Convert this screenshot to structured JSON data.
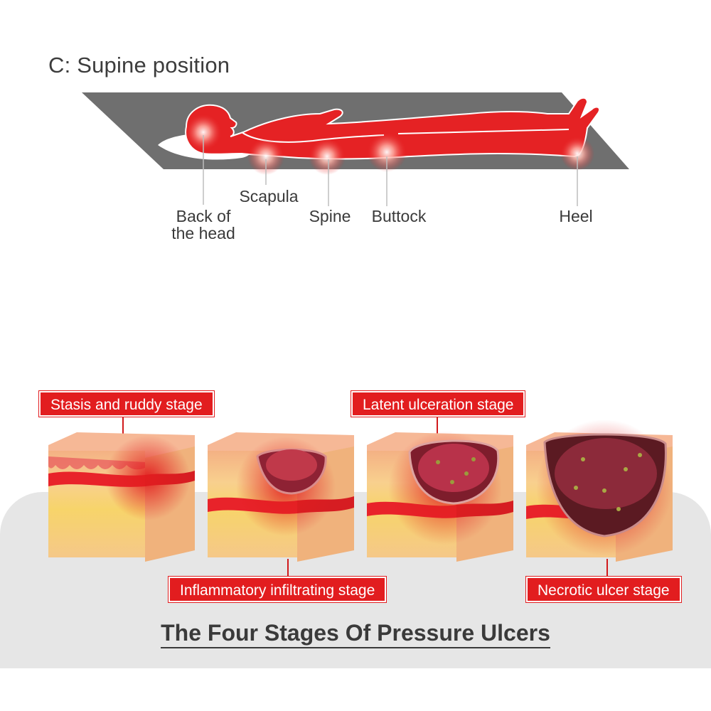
{
  "header": {
    "title": "C: Supine position"
  },
  "pressure_points": [
    {
      "id": "back-of-head",
      "label_line1": "Back of",
      "label_line2": "the head"
    },
    {
      "id": "scapula",
      "label": "Scapula"
    },
    {
      "id": "spine",
      "label": "Spine"
    },
    {
      "id": "buttock",
      "label": "Buttock"
    },
    {
      "id": "heel",
      "label": "Heel"
    }
  ],
  "stages": [
    {
      "label": "Stasis and ruddy stage"
    },
    {
      "label": "Inflammatory infiltrating stage"
    },
    {
      "label": "Latent ulceration stage"
    },
    {
      "label": "Necrotic ulcer stage"
    }
  ],
  "footer": {
    "title": "The Four Stages Of Pressure Ulcers"
  },
  "colors": {
    "accent_red": "#e21d1f",
    "body_red": "#e52224",
    "mat_gray": "#6f6f6f",
    "panel_gray": "#e6e6e6",
    "skin_tan": "#f4c39a",
    "fat_yellow": "#f7d46a"
  }
}
